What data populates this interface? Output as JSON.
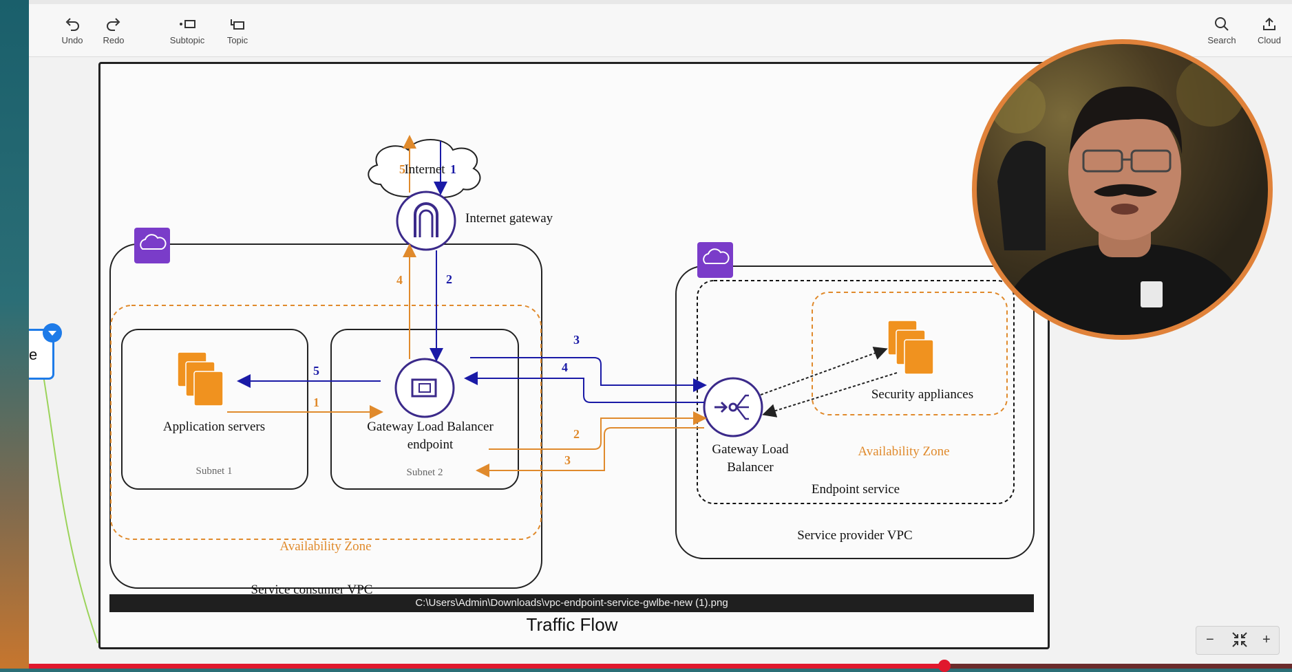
{
  "toolbar": {
    "undo": "Undo",
    "redo": "Redo",
    "subtopic": "Subtopic",
    "topic": "Topic",
    "search": "Search",
    "cloud": "Cloud"
  },
  "node": {
    "letter": "e"
  },
  "diagram": {
    "internet": "Internet",
    "internet_gateway": "Internet gateway",
    "application_servers": "Application servers",
    "gwlb_endpoint_line1": "Gateway Load Balancer",
    "gwlb_endpoint_line2": "endpoint",
    "subnet1": "Subnet 1",
    "subnet2": "Subnet 2",
    "az_consumer": "Availability Zone",
    "consumer_vpc": "Service consumer VPC",
    "gwlb_line1": "Gateway Load",
    "gwlb_line2": "Balancer",
    "security_appliances": "Security appliances",
    "az_provider": "Availability Zone",
    "endpoint_service": "Endpoint service",
    "provider_vpc": "Service provider VPC",
    "steps": {
      "in1": "1",
      "in2": "2",
      "in3": "3",
      "in4": "4",
      "in5": "5",
      "out1": "1",
      "out2": "2",
      "out3": "3",
      "out4": "4",
      "out5": "5"
    }
  },
  "path_bar": "C:\\Users\\Admin\\Downloads\\vpc-endpoint-service-gwlbe-new (1).png",
  "caption": "Traffic Flow",
  "zoom_controls": {
    "minus": "−",
    "plus": "+"
  },
  "colors": {
    "blue": "#1a1aa6",
    "orange": "#e08a2c",
    "purple": "#3b2a8a",
    "progress": "#e0182d"
  }
}
